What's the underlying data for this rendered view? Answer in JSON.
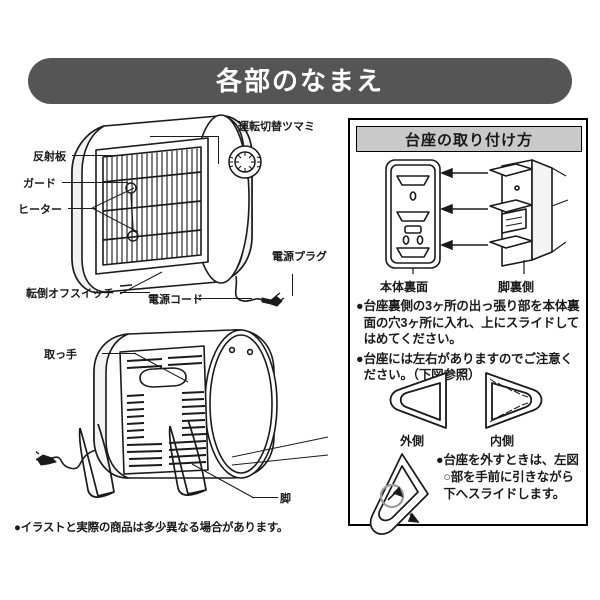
{
  "header": {
    "title": "各部のなまえ"
  },
  "main_figure": {
    "front_view_labels": [
      {
        "name": "knob",
        "text": "運転切替ツマミ"
      },
      {
        "name": "reflector",
        "text": "反射板"
      },
      {
        "name": "guard",
        "text": "ガード"
      },
      {
        "name": "heater",
        "text": "ヒーター"
      },
      {
        "name": "tipswitch",
        "text": "転倒オフスイッチ"
      },
      {
        "name": "power-plug",
        "text": "電源プラグ"
      },
      {
        "name": "power-cord",
        "text": "電源コード"
      }
    ],
    "rear_view_labels": [
      {
        "name": "handle",
        "text": "取っ手"
      },
      {
        "name": "leg",
        "text": "脚"
      }
    ],
    "footnote": "●イラストと実際の商品は多少異なる場合があります。"
  },
  "panel": {
    "title": "台座の取り付け方",
    "diagram_labels": {
      "body_back": "本体裏面",
      "leg_back": "脚裏側"
    },
    "bullets": [
      {
        "marker": "●",
        "text": "台座裏側の3ヶ所の出っ張り部を本体裏面の穴3ヶ所に入れ、上にスライドしてはめてください。"
      },
      {
        "marker": "●",
        "text": "台座には左右がありますのでご注意ください。（下図参照）"
      }
    ],
    "side_labels": {
      "outer": "外側",
      "inner": "内側"
    },
    "removal_note": {
      "marker": "●",
      "text": "台座を外すときは、左図○部を手前に引きながら下へスライドします。"
    }
  },
  "colors": {
    "title_bar": "#555556",
    "panel_head": "#c9c9c9",
    "ink": "#1a1a1a",
    "page_bg": "#ffffff"
  }
}
